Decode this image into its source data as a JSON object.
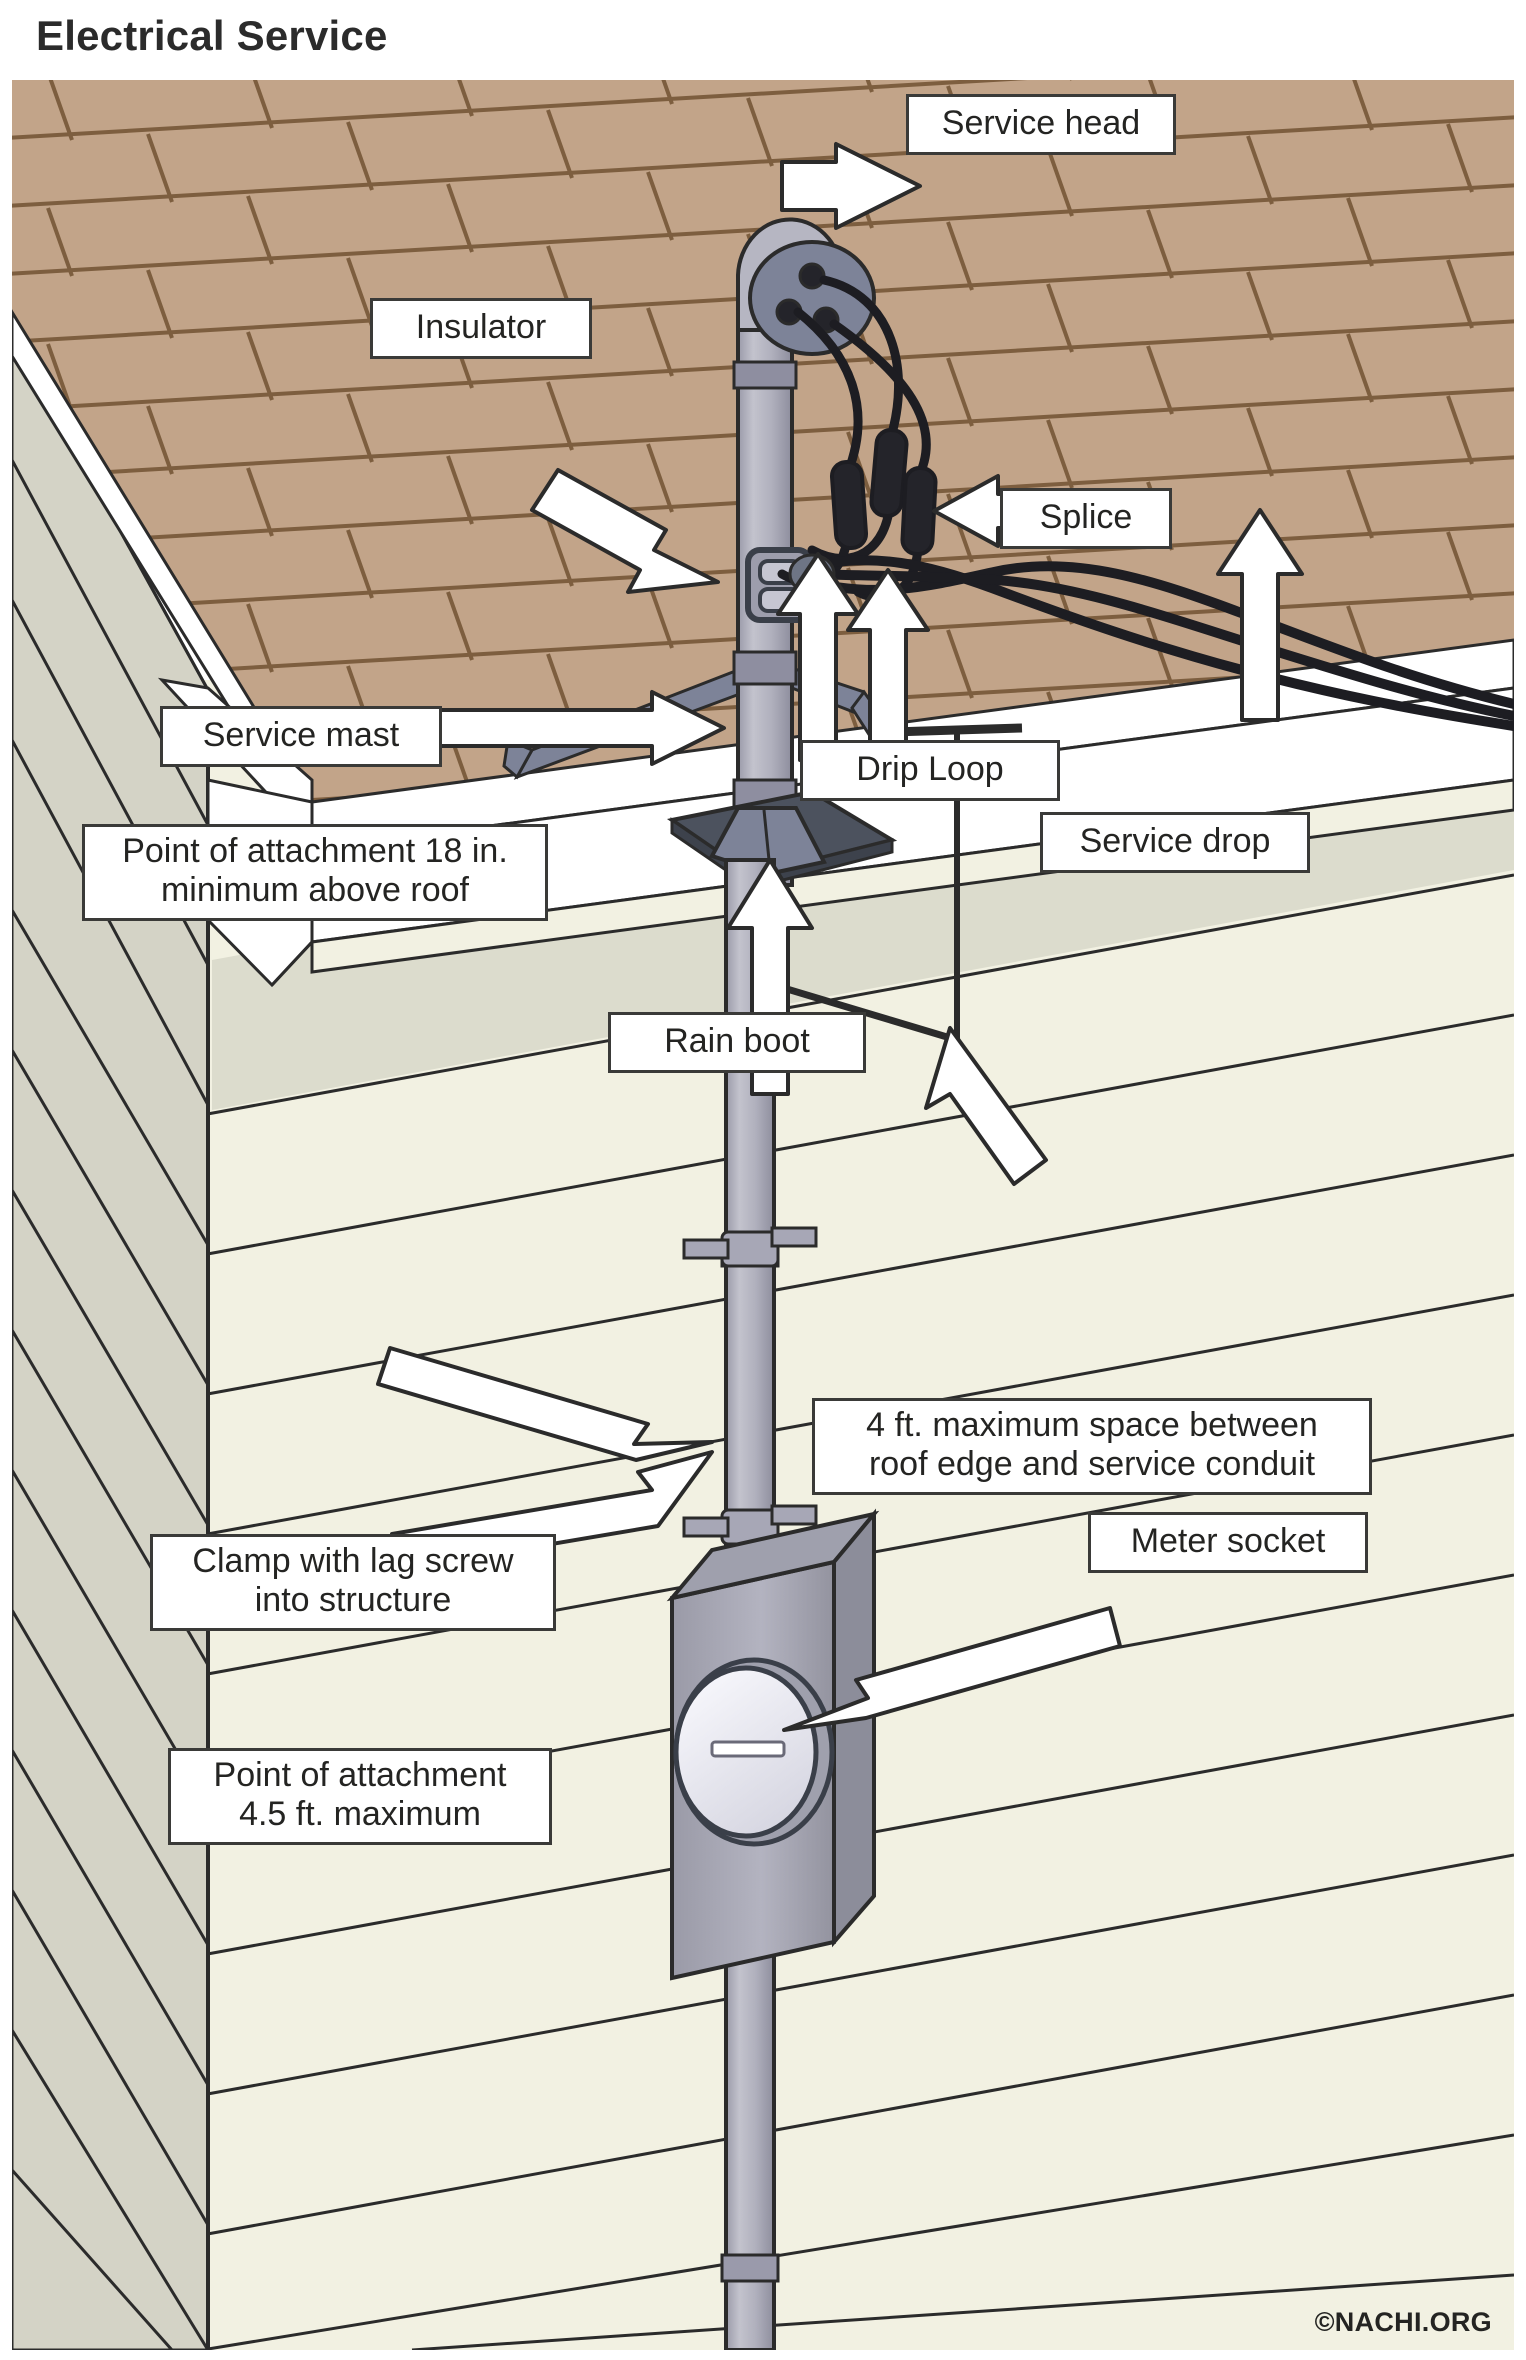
{
  "page": {
    "title": "Electrical Service",
    "copyright": "©NACHI.ORG"
  },
  "colors": {
    "shingle_fill": "#c2a489",
    "shingle_line": "#7d5e3f",
    "gable_siding": "#d4d3c6",
    "front_siding": "#f2f1e2",
    "front_siding_shadow": "#dcdccd",
    "fascia_white": "#ffffff",
    "mast_gray": "#b2b2be",
    "mast_gray_dark": "#8f8fa0",
    "fitting_gray": "#6e7585",
    "boot_dark": "#4c525e",
    "wire_black": "#1d1d22",
    "outline": "#2b2b2b",
    "label_border": "#3a3a38",
    "label_fill": "#ffffff",
    "text": "#242422",
    "title_text": "#2b2b2b"
  },
  "labels": [
    {
      "id": "service-head",
      "text": "Service head"
    },
    {
      "id": "insulator",
      "text": "Insulator"
    },
    {
      "id": "splice",
      "text": "Splice"
    },
    {
      "id": "service-mast",
      "text": "Service mast"
    },
    {
      "id": "point-of-attachment-roof",
      "text": "Point of attachment 18 in.\nminimum above roof"
    },
    {
      "id": "drip-loop",
      "text": "Drip Loop"
    },
    {
      "id": "service-drop",
      "text": "Service drop"
    },
    {
      "id": "rain-boot",
      "text": "Rain boot"
    },
    {
      "id": "roof-edge-spacing",
      "text": "4 ft. maximum space between\nroof edge and service conduit"
    },
    {
      "id": "clamp-lag-screw",
      "text": "Clamp with lag screw\ninto structure"
    },
    {
      "id": "point-of-attachment-wall",
      "text": "Point of attachment\n4.5 ft. maximum"
    },
    {
      "id": "meter-socket",
      "text": "Meter socket"
    }
  ],
  "components": [
    {
      "id": "service-head",
      "name": "Service head"
    },
    {
      "id": "insulator",
      "name": "Insulator"
    },
    {
      "id": "splice",
      "name": "Splice"
    },
    {
      "id": "service-mast",
      "name": "Service mast"
    },
    {
      "id": "drip-loop",
      "name": "Drip Loop"
    },
    {
      "id": "service-drop",
      "name": "Service drop"
    },
    {
      "id": "rain-boot",
      "name": "Rain boot"
    },
    {
      "id": "meter-socket",
      "name": "Meter socket"
    },
    {
      "id": "conduit-clamp",
      "name": "Clamp with lag screw"
    },
    {
      "id": "roof",
      "name": "Asphalt shingle roof"
    },
    {
      "id": "gutter",
      "name": "Gutter and fascia"
    },
    {
      "id": "siding",
      "name": "Lap siding wall"
    }
  ],
  "measurements": [
    {
      "id": "roof-clearance",
      "value": "18 in.",
      "qualifier": "minimum above roof"
    },
    {
      "id": "roof-edge-space",
      "value": "4 ft.",
      "qualifier": "maximum space between roof edge and service conduit"
    },
    {
      "id": "wall-attachment",
      "value": "4.5 ft.",
      "qualifier": "maximum"
    }
  ]
}
